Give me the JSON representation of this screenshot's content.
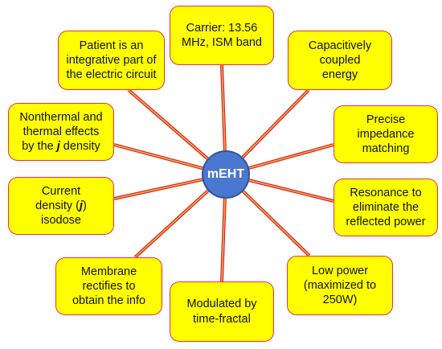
{
  "hub": {
    "label": "mEHT"
  },
  "nodes": {
    "carrier": {
      "lines": [
        "Carrier: 13.56",
        "MHz, ISM band"
      ]
    },
    "patient": {
      "lines": [
        "Patient is an",
        "integrative part of",
        "the electric circuit"
      ]
    },
    "capacitive": {
      "lines": [
        "Capacitively coupled",
        "energy"
      ]
    },
    "nonthermal": {
      "pre": [
        "Nonthermal and",
        "thermal effects"
      ],
      "last_pre": "by the ",
      "last_em": "j",
      "last_post": " density"
    },
    "precise": {
      "lines": [
        "Precise",
        "impedance",
        "matching"
      ]
    },
    "current": {
      "pre": [
        "Current"
      ],
      "last_pre": "density (",
      "last_em": "j",
      "last_post": ")",
      "post": [
        "isodose"
      ]
    },
    "resonance": {
      "lines": [
        "Resonance to",
        "eliminate the",
        "reflected power"
      ]
    },
    "membrane": {
      "lines": [
        "Membrane",
        "rectifies to",
        "obtain the info"
      ]
    },
    "lowpower": {
      "lines": [
        "Low power",
        "(maximized to",
        "250W)"
      ]
    },
    "modulated": {
      "lines": [
        "Modulated by",
        "time-fractal"
      ]
    }
  },
  "colors": {
    "box_fill": "#ffff00",
    "box_border": "#e8304a",
    "connector_outer": "#d9262e",
    "connector_inner": "#f3b23c",
    "hub_fill": "#4a78d0",
    "hub_text": "#ffffff"
  }
}
